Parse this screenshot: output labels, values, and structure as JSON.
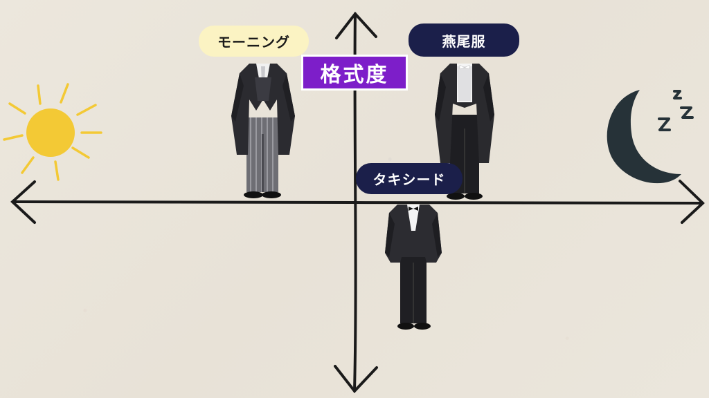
{
  "axis": {
    "vertical_label": "格式度"
  },
  "labels": {
    "morning_coat": "モーニング",
    "tailcoat": "燕尾服",
    "tuxedo": "タキシード"
  },
  "icons": {
    "left": "sun-icon",
    "right": "moon-sleep-icon",
    "sleep_letters": "ZZZ"
  },
  "colors": {
    "background": "#ebe6dc",
    "axis": "#1a1a1a",
    "formality_box": "#7d1ec9",
    "label_light": "#fbf3c3",
    "label_dark": "#1b1f4a",
    "sun": "#f3c935",
    "moon": "#263238"
  }
}
